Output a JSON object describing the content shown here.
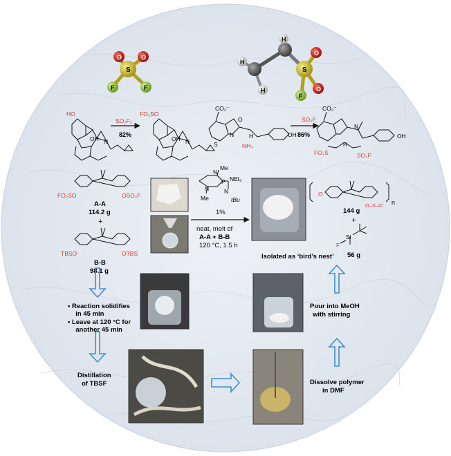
{
  "molecules": {
    "so2f2": {
      "atoms": {
        "s": "S",
        "o": "O",
        "f": "F"
      }
    },
    "esf": {
      "atoms": {
        "h": "H",
        "s": "S",
        "o": "O",
        "f": "F"
      }
    }
  },
  "reaction1": {
    "sm_ho": "HO",
    "sm_oh": "OH",
    "sm_n": "N",
    "reagent": "SO₂F₂",
    "yield": "82%",
    "pr_group": "FO₂SO",
    "pr_oh": "OH",
    "pr_n": "N"
  },
  "reaction2": {
    "co2": "CO₂⁻",
    "nh3": "NH₃",
    "oh": "OH",
    "o": "O",
    "n": "N",
    "s": "S",
    "h": "H",
    "reagent": "SO₂F",
    "yield": "86%",
    "pr_co2": "CO₂⁻",
    "pr_oh": "OH",
    "pr_fo2s": "FO₂S",
    "pr_so2f": "SO₂F",
    "pr_n": "N",
    "pr_h": "H"
  },
  "monomers": {
    "aa_left": "FO₂SO",
    "aa_right": "OSO₂F",
    "aa_name": "A-A",
    "aa_mass": "114.2 g",
    "plus": "+",
    "bb_left": "TBSO",
    "bb_right": "OTBS",
    "bb_name": "B-B",
    "bb_mass": "98.1 g"
  },
  "catalyst": {
    "me1": "Me",
    "n1": "N",
    "net2": "NEt₂",
    "p": "P",
    "n2": "N",
    "n3": "N",
    "me2": "Me",
    "tbu": "tBu",
    "loading": "1%"
  },
  "conditions": {
    "line1": "neat, melt of",
    "line2_aa": "A-A",
    "line2_plus": " + ",
    "line2_bb": "B-B",
    "line3": "120 °C, 1.5 h"
  },
  "product": {
    "bracket_o": "O",
    "bracket_group": "O–S–O",
    "n": "n",
    "polymer_mass": "144 g",
    "plus": "+",
    "si": "Si",
    "f": "F",
    "tbsf_mass": "56 g",
    "caption": "Isolated as ‘bird’s nest’"
  },
  "steps": {
    "note1a": "• Reaction solidifies",
    "note1b": "  in 45 min",
    "note2a": "• Leave at 120 °C for",
    "note2b": "  another 45 min",
    "distill1": "Distillation",
    "distill2": "of TBSF",
    "dissolve1": "Dissolve polymer",
    "dissolve2": "in DMF",
    "pour1": "Pour into MeOH",
    "pour2": "with stirring"
  },
  "colors": {
    "arrow_blue": "#3d8fc9",
    "red": "#d63a2c",
    "sulfur": "#c9b82a",
    "oxygen": "#c8201c",
    "fluorine": "#9cc83a",
    "carbon": "#6b6b6b"
  }
}
